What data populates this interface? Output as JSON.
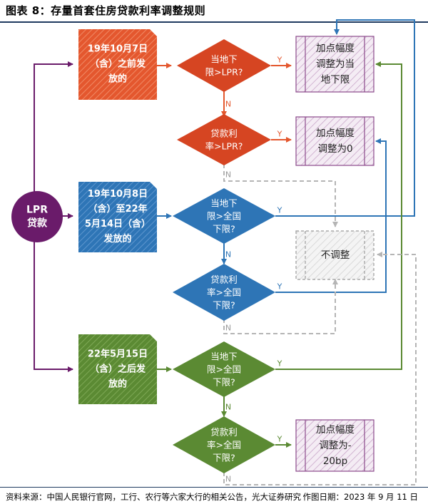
{
  "header": {
    "title": "图表 8：存量首套住房贷款利率调整规则"
  },
  "footer": {
    "source": "资料来源：中国人民银行官网，工行、农行等六家大行的相关公告，光大证券研究",
    "date": "作图日期：2023 年 9 月 11 日"
  },
  "colors": {
    "red": "#e4572e",
    "red_diamond": "#d64522",
    "blue": "#2e75b6",
    "green": "#5b8a33",
    "purple": "#6a1b6a",
    "grey": "#b5b5b5"
  },
  "diagram": {
    "start": {
      "lines": [
        "LPR",
        "贷款"
      ]
    },
    "periods": [
      {
        "lines": [
          "19年10月7日",
          "（含）之前发",
          "放的"
        ]
      },
      {
        "lines": [
          "19年10月8日",
          "（含）至22年",
          "5月14日（含）",
          "发放的"
        ]
      },
      {
        "lines": [
          "22年5月15日",
          "（含）之后发",
          "放的"
        ]
      }
    ],
    "decisions": [
      {
        "lines": [
          "当地下",
          "限>LPR?"
        ]
      },
      {
        "lines": [
          "贷款利",
          "率>LPR?"
        ]
      },
      {
        "lines": [
          "当地下",
          "限>全国",
          "下限?"
        ]
      },
      {
        "lines": [
          "贷款利",
          "率>全国",
          "下限?"
        ]
      },
      {
        "lines": [
          "当地下",
          "限>全国",
          "下限?"
        ]
      },
      {
        "lines": [
          "贷款利",
          "率>全国",
          "下限?"
        ]
      }
    ],
    "outcomes": [
      {
        "lines": [
          "加点幅度",
          "调整为当",
          "地下限"
        ]
      },
      {
        "lines": [
          "加点幅度",
          "调整为0"
        ]
      },
      {
        "lines": [
          "不调整"
        ]
      },
      {
        "lines": [
          "加点幅度",
          "调整为-",
          "20bp"
        ]
      }
    ],
    "edge_labels": {
      "yes": "Y",
      "no": "N"
    }
  }
}
